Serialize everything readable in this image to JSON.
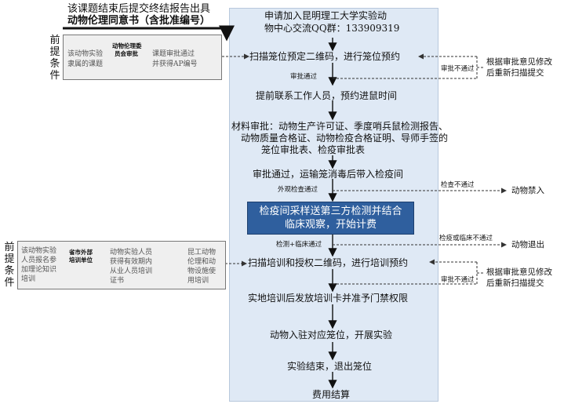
{
  "top_note": {
    "line1": "该课题结束后提交终结报告出具",
    "line2": "动物伦理同意书（含批准编号）"
  },
  "main": {
    "apply_line1": "申请加入昆明理工大学实验动",
    "apply_line2": "物中心交流QQ群：133909319",
    "step_scan_cage": "扫描笼位预定二维码，进行笼位预约",
    "approve_pass_1": "审批通过",
    "step_contact": "提前联系工作人员，预约进鼠时间",
    "materials_line1": "材料审批：动物生产许可证、季度哨兵鼠检测报告、",
    "materials_line2": "动物质量合格证、动物检疫合格证明、导师手签的",
    "materials_line3": "笼位审批表、检疫审批表",
    "step_transport": "审批通过，运输笼消毒后带入检疫间",
    "appearance_pass": "外观检查通过",
    "quarantine_line1": "检疫间采样送第三方检测并结合",
    "quarantine_line2": "临床观察，开始计费",
    "test_clinic_pass": "检测+临床通过",
    "step_scan_training": "扫描培训和授权二维码，进行培训预约",
    "step_card": "实地培训后发放培训卡并准予门禁权限",
    "step_enter": "动物入驻对应笼位，开展实验",
    "step_exit": "实验结束，退出笼位",
    "step_settle": "费用结算"
  },
  "right": {
    "not_pass_1": "审批不通过",
    "resubmit_1_line1": "根据审批意见修改",
    "resubmit_1_line2": "后重新扫描提交",
    "check_fail": "检查不通过",
    "animal_ban": "动物禁入",
    "test_fail": "检疫或临床不通过",
    "animal_exit": "动物退出",
    "not_pass_2": "审批不通过",
    "resubmit_2_line1": "根据审批意见修改",
    "resubmit_2_line2": "后重新扫描提交"
  },
  "pre1": {
    "label": "前提条件",
    "box1_line1": "该动物实验",
    "box1_line2": "隶属的课题",
    "arrow_line1": "动物伦理委",
    "arrow_line2": "员会审批",
    "box2_line1": "课题审批通过",
    "box2_line2": "并获得AP编号"
  },
  "pre2": {
    "label": "前提条件",
    "box1_line1": "该动物实验",
    "box1_line2": "人员报名参",
    "box1_line3": "加理论知识",
    "box1_line4": "培训",
    "arrow_line1": "省市外部",
    "arrow_line2": "培训单位",
    "box2_line1": "动物实验人员",
    "box2_line2": "获得有效期内",
    "box2_line3": "从业人员培训",
    "box2_line4": "证书",
    "box3_line1": "昆工动物",
    "box3_line2": "伦理和动",
    "box3_line3": "物设施使",
    "box3_line4": "用培训"
  }
}
